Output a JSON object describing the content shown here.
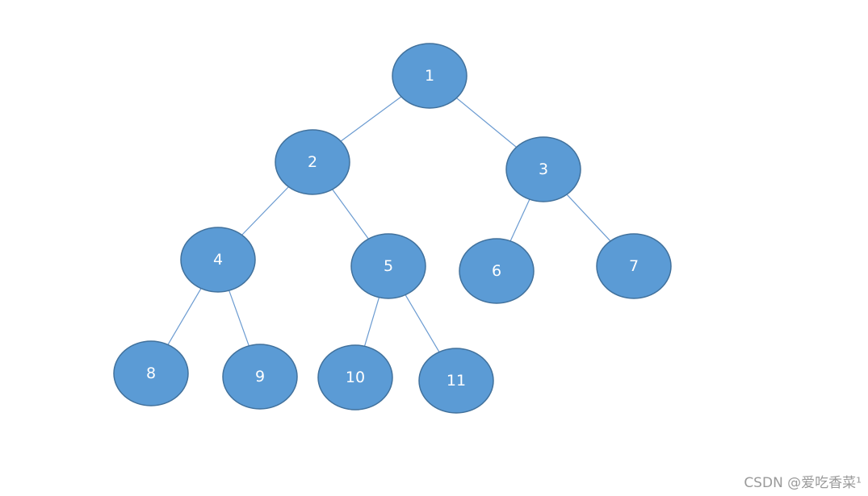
{
  "diagram": {
    "nodes": [
      {
        "id": "1",
        "label": "1"
      },
      {
        "id": "2",
        "label": "2"
      },
      {
        "id": "3",
        "label": "3"
      },
      {
        "id": "4",
        "label": "4"
      },
      {
        "id": "5",
        "label": "5"
      },
      {
        "id": "6",
        "label": "6"
      },
      {
        "id": "7",
        "label": "7"
      },
      {
        "id": "8",
        "label": "8"
      },
      {
        "id": "9",
        "label": "9"
      },
      {
        "id": "10",
        "label": "10"
      },
      {
        "id": "11",
        "label": "11"
      }
    ],
    "edges": [
      {
        "from": "1",
        "to": "2"
      },
      {
        "from": "1",
        "to": "3"
      },
      {
        "from": "2",
        "to": "4"
      },
      {
        "from": "2",
        "to": "5"
      },
      {
        "from": "3",
        "to": "6"
      },
      {
        "from": "3",
        "to": "7"
      },
      {
        "from": "4",
        "to": "8"
      },
      {
        "from": "4",
        "to": "9"
      },
      {
        "from": "5",
        "to": "10"
      },
      {
        "from": "5",
        "to": "11"
      }
    ],
    "colors": {
      "node_fill": "#5b9bd5",
      "node_stroke": "#41719c",
      "edge": "#6b9bd1",
      "label": "#ffffff"
    }
  },
  "watermark": {
    "text": "CSDN @爱吃香菜¹"
  }
}
